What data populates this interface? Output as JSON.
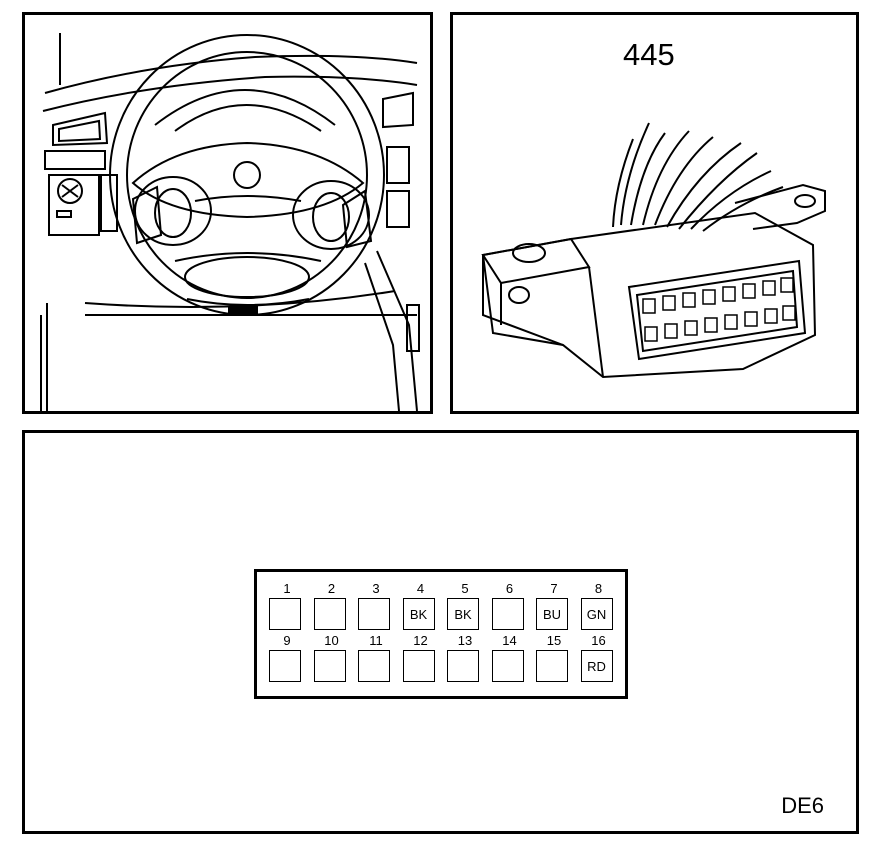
{
  "connector_ref": "445",
  "diagram_code": "DE6",
  "pins": [
    {
      "num": "1",
      "wire": ""
    },
    {
      "num": "2",
      "wire": ""
    },
    {
      "num": "3",
      "wire": ""
    },
    {
      "num": "4",
      "wire": "BK"
    },
    {
      "num": "5",
      "wire": "BK"
    },
    {
      "num": "6",
      "wire": ""
    },
    {
      "num": "7",
      "wire": "BU"
    },
    {
      "num": "8",
      "wire": "GN"
    },
    {
      "num": "9",
      "wire": ""
    },
    {
      "num": "10",
      "wire": ""
    },
    {
      "num": "11",
      "wire": ""
    },
    {
      "num": "12",
      "wire": ""
    },
    {
      "num": "13",
      "wire": ""
    },
    {
      "num": "14",
      "wire": ""
    },
    {
      "num": "15",
      "wire": ""
    },
    {
      "num": "16",
      "wire": "RD"
    }
  ]
}
